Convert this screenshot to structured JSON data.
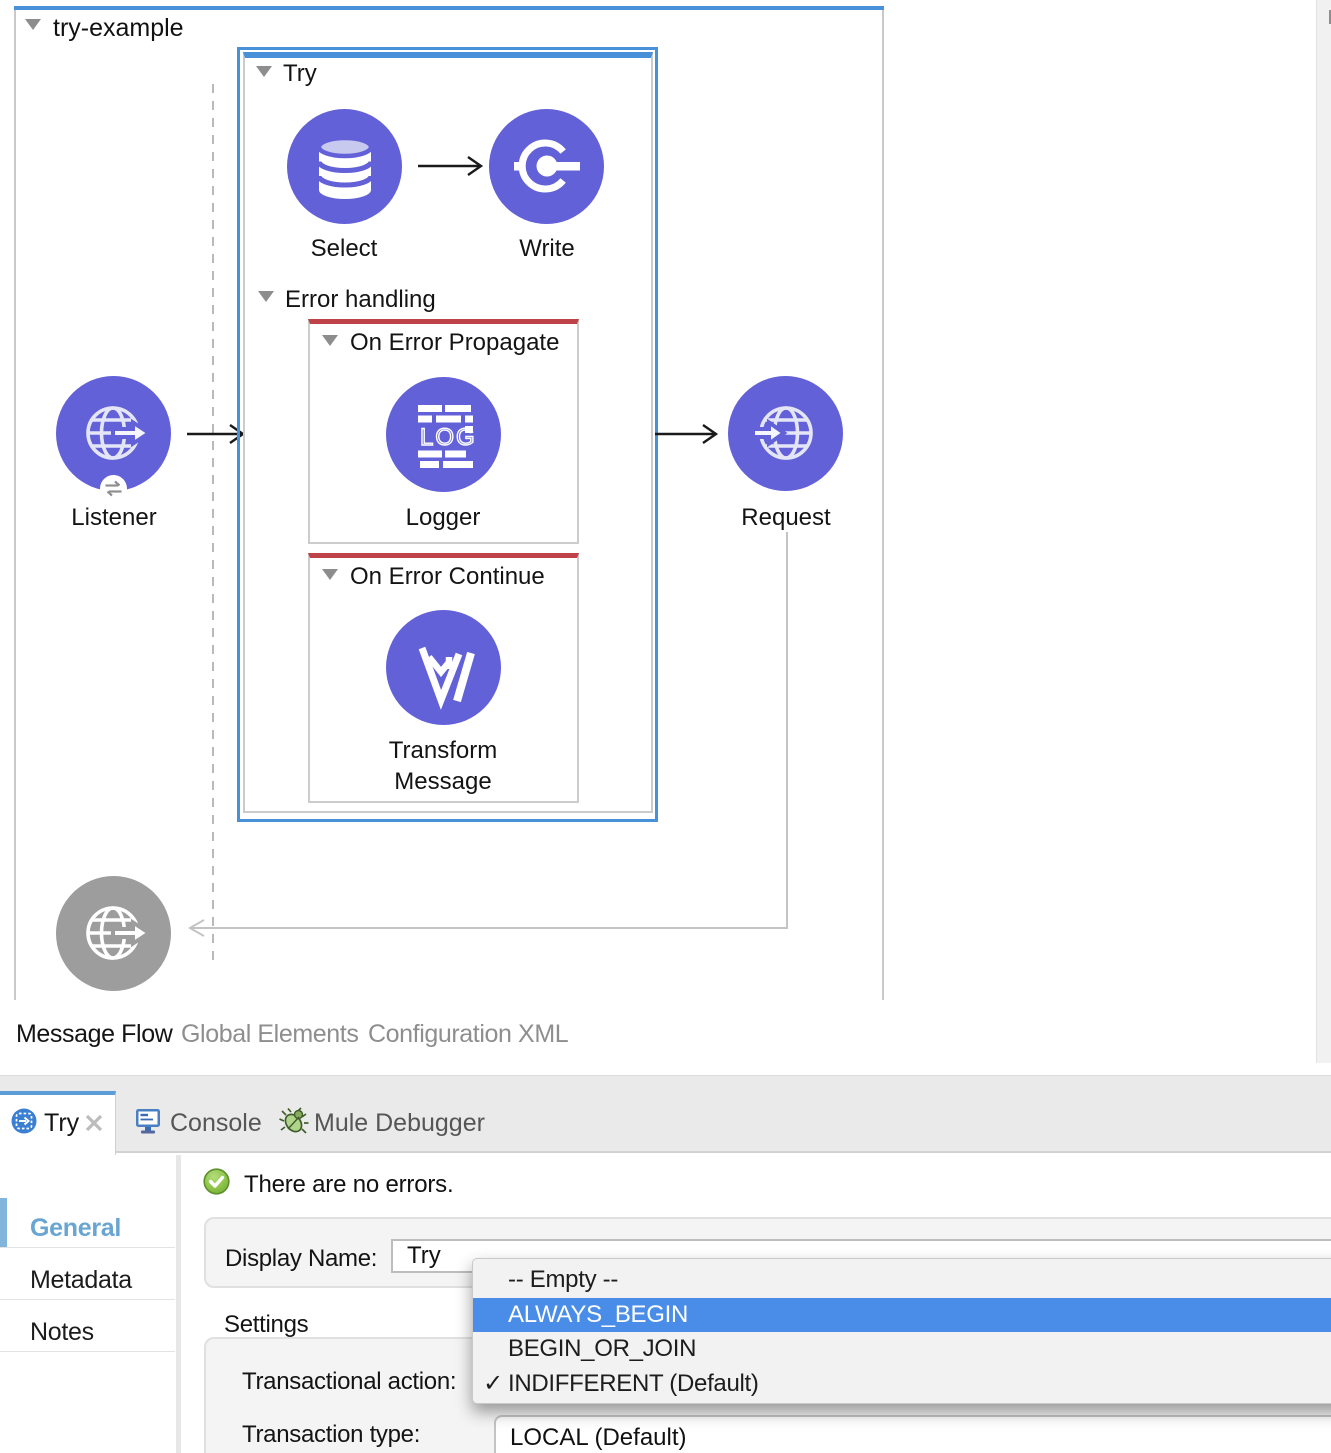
{
  "colors": {
    "node-purple": "#6361d8",
    "node-icon": "#e4e6f8",
    "db-top": "#c7caee",
    "selection-blue": "#4890d8",
    "scope-red": "#bf4248",
    "gray-node": "#9d9d9d",
    "connector-black": "#1a1a1a",
    "response-line": "#c4c4c4",
    "tab-active-blue": "#5b9dd8",
    "sidebar-active": "#69a5d1",
    "menu-highlight": "#4a8de8",
    "status-green": "#84b83f"
  },
  "canvas": {
    "flow_title": "try-example",
    "try_scope_title": "Try",
    "error_handling_label": "Error handling",
    "on_error_propagate_title": "On Error Propagate",
    "on_error_continue_title": "On Error Continue",
    "nodes": {
      "listener": {
        "label": "Listener"
      },
      "select": {
        "label": "Select"
      },
      "write": {
        "label": "Write"
      },
      "logger": {
        "label": "Logger",
        "icon_text": "LOG"
      },
      "transform": {
        "label_line1": "Transform",
        "label_line2": "Message"
      },
      "request": {
        "label": "Request"
      }
    }
  },
  "editor_tabs": [
    {
      "label": "Message Flow"
    },
    {
      "label": "Global Elements"
    },
    {
      "label": "Configuration XML"
    }
  ],
  "panel_tabs": {
    "try": "Try",
    "console": "Console",
    "debugger": "Mule Debugger"
  },
  "sidebar": {
    "items": [
      {
        "label": "General"
      },
      {
        "label": "Metadata"
      },
      {
        "label": "Notes"
      }
    ]
  },
  "properties": {
    "status_message": "There are no errors.",
    "display_name_label": "Display Name:",
    "display_name_value": "Try",
    "settings_label": "Settings",
    "transactional_action_label": "Transactional action:",
    "transaction_type_label": "Transaction type:",
    "transaction_type_value": "LOCAL (Default)"
  },
  "dropdown": {
    "items": [
      {
        "label": "-- Empty --"
      },
      {
        "label": "ALWAYS_BEGIN"
      },
      {
        "label": "BEGIN_OR_JOIN"
      },
      {
        "label": "INDIFFERENT (Default)"
      }
    ],
    "checkmark": "✓"
  }
}
